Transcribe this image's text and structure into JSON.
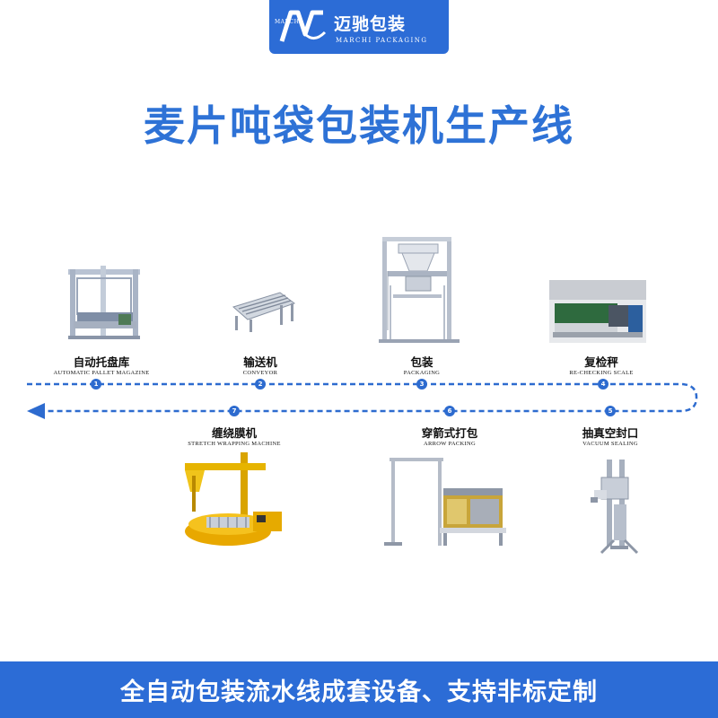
{
  "brand": {
    "mark_small": "MARCHI",
    "name_cn": "迈驰包装",
    "name_en": "MARCHI PACKAGING",
    "color": "#2c6cd6"
  },
  "title": "麦片吨袋包装机生产线",
  "title_color": "#2e72d6",
  "process": {
    "line_color": "#2d6bcf",
    "stages": [
      {
        "number": "1",
        "label_cn": "自动托盘库",
        "label_en": "AUTOMATIC PALLET MAGAZINE",
        "icon": "pallet-magazine-icon"
      },
      {
        "number": "2",
        "label_cn": "输送机",
        "label_en": "CONVEYOR",
        "icon": "roller-conveyor-icon"
      },
      {
        "number": "3",
        "label_cn": "包装",
        "label_en": "PACKAGING",
        "icon": "bag-filling-machine-icon"
      },
      {
        "number": "4",
        "label_cn": "复检秤",
        "label_en": "RE-CHECKING SCALE",
        "icon": "checkweigher-icon"
      },
      {
        "number": "5",
        "label_cn": "抽真空封口",
        "label_en": "VACUUM SEALING",
        "icon": "vacuum-sealer-icon"
      },
      {
        "number": "6",
        "label_cn": "穿箭式打包",
        "label_en": "ARROW PACKING",
        "icon": "arrow-strapping-machine-icon"
      },
      {
        "number": "7",
        "label_cn": "缠绕膜机",
        "label_en": "STRETCH WRAPPING MACHINE",
        "icon": "stretch-wrapper-icon"
      }
    ]
  },
  "footer": {
    "text": "全自动包装流水线成套设备、支持非标定制"
  }
}
